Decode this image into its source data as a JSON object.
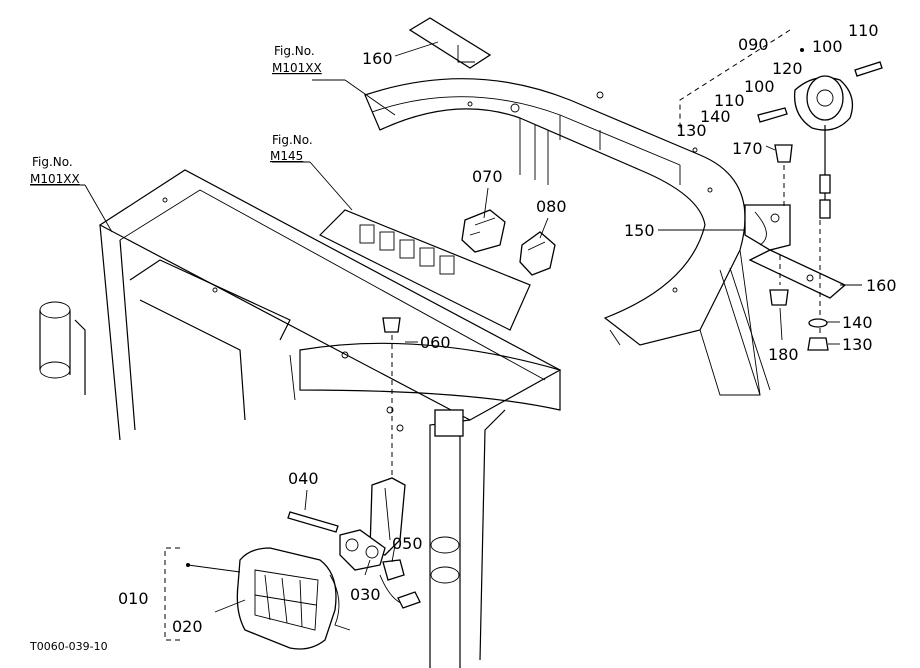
{
  "figure_refs": {
    "top": {
      "line1": "Fig.No.",
      "line2": "M101XX"
    },
    "left": {
      "line1": "Fig.No.",
      "line2": "M101XX"
    },
    "middle": {
      "line1": "Fig.No.",
      "line2": "M145"
    }
  },
  "callouts": {
    "p160_top": "160",
    "p090": "090",
    "p100_a": "100",
    "p110_a": "110",
    "p120": "120",
    "p100_b": "100",
    "p110_b": "110",
    "p140_a": "140",
    "p130_a": "130",
    "p170": "170",
    "p070": "070",
    "p080": "080",
    "p150": "150",
    "p160_right": "160",
    "p140_b": "140",
    "p130_b": "130",
    "p180": "180",
    "p060": "060",
    "p040": "040",
    "p050": "050",
    "p030": "030",
    "p010": "010",
    "p020": "020"
  },
  "drawing_code": "T0060-039-10"
}
